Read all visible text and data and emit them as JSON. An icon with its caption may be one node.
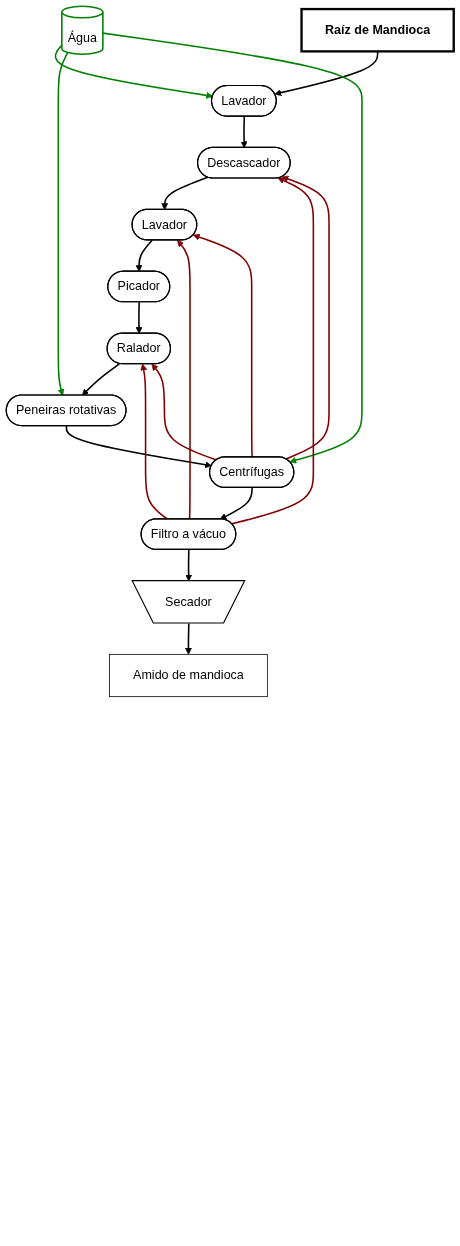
{
  "diagram": {
    "nodes": [
      {
        "text": [
          "Raíz de Mandioca"
        ]
      },
      {
        "text": [
          "Água"
        ]
      },
      {
        "text": [
          "Lavador"
        ]
      },
      {
        "text": [
          "Descascador"
        ]
      },
      {
        "text": [
          "Lavador"
        ]
      },
      {
        "text": [
          "Picador"
        ]
      },
      {
        "text": [
          "Ralador"
        ]
      },
      {
        "text": [
          "Peneiras rotativas"
        ]
      },
      {
        "text": [
          "Centrífugas"
        ]
      },
      {
        "text": [
          "Filtro a vácuo"
        ]
      },
      {
        "text": [
          "Secador"
        ]
      },
      {
        "text": [
          "Amido de mandioca"
        ]
      }
    ],
    "edges": [
      {
        "from": 0,
        "to": 2,
        "arrow": "to"
      },
      {
        "from": 2,
        "to": 3,
        "arrow": "to"
      },
      {
        "from": 3,
        "to": 4,
        "arrow": "to"
      },
      {
        "from": 4,
        "to": 5,
        "arrow": "to"
      },
      {
        "from": 5,
        "to": 6,
        "arrow": "to"
      },
      {
        "from": 6,
        "to": 7,
        "arrow": "to"
      },
      {
        "from": 7,
        "to": 8,
        "arrow": "to"
      },
      {
        "from": 8,
        "to": 9,
        "arrow": "to"
      },
      {
        "from": 9,
        "to": 10,
        "arrow": "to"
      },
      {
        "from": 10,
        "to": 11,
        "arrow": "to"
      },
      {
        "from": 1,
        "to": 2,
        "arrow": "to",
        "color": "#008000"
      },
      {
        "from": 1,
        "to": 7,
        "arrow": "to",
        "color": "#008000"
      },
      {
        "from": 1,
        "to": 8,
        "arrow": "to",
        "color": "#008000"
      },
      {
        "from": 8,
        "to": 3,
        "arrow": "to",
        "color": "#800000"
      },
      {
        "from": 8,
        "to": 4,
        "arrow": "to",
        "color": "#800000"
      },
      {
        "from": 8,
        "to": 6,
        "arrow": "to",
        "color": "#800000"
      },
      {
        "from": 9,
        "to": 3,
        "arrow": "to",
        "color": "#800000"
      },
      {
        "from": 9,
        "to": 4,
        "arrow": "to",
        "color": "#800000"
      },
      {
        "from": 9,
        "to": 6,
        "arrow": "to",
        "color": "#800000"
      }
    ]
  }
}
